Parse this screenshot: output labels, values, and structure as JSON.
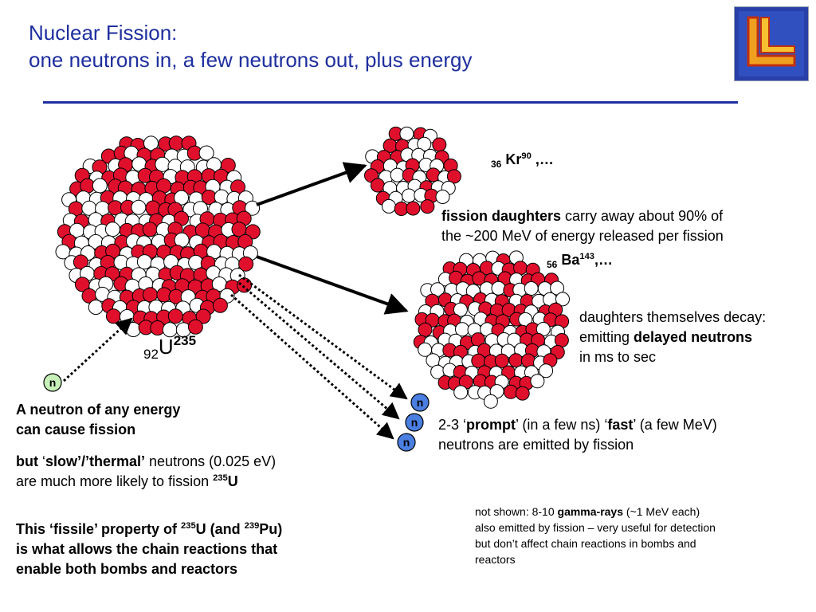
{
  "title": {
    "line1": "Nuclear Fission:",
    "line2": "one neutrons in, a few neutrons out, plus energy"
  },
  "colors": {
    "title": "#1f2f9f",
    "proton": "#e0102c",
    "neutron_nucleon": "#ffffff",
    "incoming_neutron": "#c6f0b8",
    "emitted_neutron": "#4a7ee0",
    "arrow": "#000000"
  },
  "icons": {
    "logo": "lab-logo-icon"
  },
  "nuclei": {
    "parent": {
      "z": "92",
      "symbol": "U",
      "a": "235"
    },
    "daughter1": {
      "z": "36",
      "symbol": "Kr",
      "a": "90",
      "suffix": " ,…"
    },
    "daughter2": {
      "z": "56",
      "symbol": "Ba",
      "a": "143",
      "suffix": ",…"
    }
  },
  "neutron_label": "n",
  "texts": {
    "fission_daughters": {
      "bold": "fission daughters",
      "rest": " carry away about 90% of",
      "line2": "the ~200 MeV of energy released per fission"
    },
    "decay": {
      "line1": "daughters themselves decay:",
      "line2_pre": "emitting ",
      "line2_bold": "delayed neutrons",
      "line3": "in ms to sec"
    },
    "prompt": {
      "pre": "2-3 ‘",
      "bold1": "prompt",
      "mid": "’ (in a few ns) ‘",
      "bold2": "fast",
      "post": "’ (a few MeV)",
      "line2": "neutrons  are emitted by fission"
    },
    "any_energy": {
      "line1": "A neutron of any energy",
      "line2": "can cause fission"
    },
    "slow": {
      "bold1": "but",
      "mid1": " ‘",
      "bold2": "slow’/’thermal’",
      "mid2": " neutrons  (0.025 eV)",
      "line2": "are much more likely to fission ",
      "line2_sup": "235",
      "line2_bold": "U"
    },
    "fissile": {
      "l1_pre": "This ‘fissile’ property of ",
      "l1_sup1": "235",
      "l1_mid": "U (and ",
      "l1_sup2": "239",
      "l1_post": "Pu)",
      "line2": "is what allows the chain reactions that",
      "line3": "enable both bombs and reactors"
    },
    "gamma": {
      "l1_pre": "not shown: 8-10 ",
      "l1_bold": "gamma-rays",
      "l1_post": " (~1 MeV each)",
      "line2": "also emitted by fission – very useful for detection",
      "line3": "but don’t affect chain reactions in bombs and",
      "line4": "reactors"
    }
  }
}
